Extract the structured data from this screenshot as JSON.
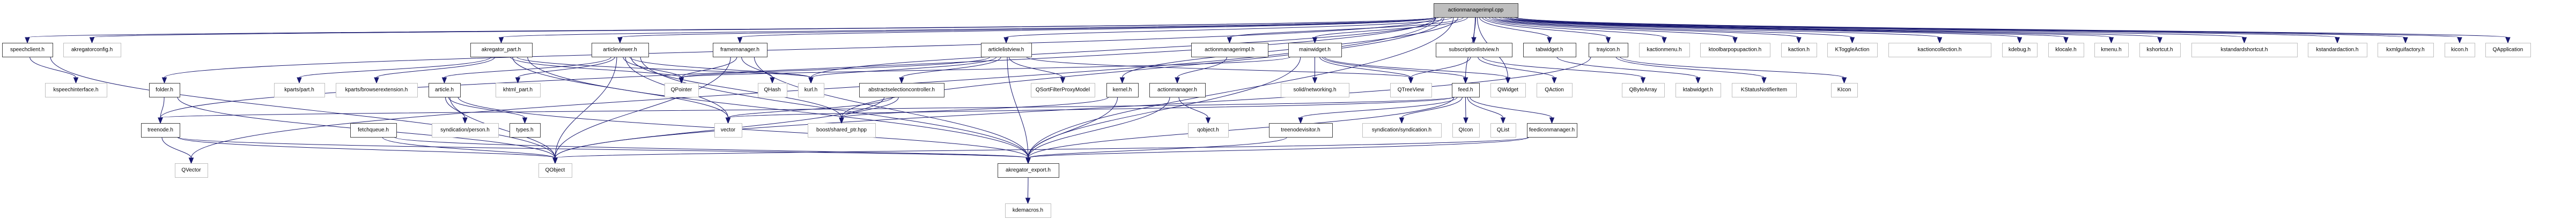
{
  "title": "actionmanagerimpl.cpp",
  "colors": {
    "edge": "#191970",
    "root_fill": "#bfbfbf",
    "doc_border": "#404040",
    "ext_border": "#bfbfbf"
  },
  "nodes": [
    {
      "id": "root",
      "label": "actionmanagerimpl.cpp",
      "kind": "root"
    },
    {
      "id": "speechclient",
      "label": "speechclient.h",
      "kind": "doc"
    },
    {
      "id": "akregatorconfig",
      "label": "akregatorconfig.h",
      "kind": "ext"
    },
    {
      "id": "akregator_part",
      "label": "akregator_part.h",
      "kind": "doc"
    },
    {
      "id": "articleviewer",
      "label": "articleviewer.h",
      "kind": "doc"
    },
    {
      "id": "framemanager",
      "label": "framemanager.h",
      "kind": "doc"
    },
    {
      "id": "articlelistview",
      "label": "articlelistview.h",
      "kind": "doc"
    },
    {
      "id": "actionmanagerimpl_h",
      "label": "actionmanagerimpl.h",
      "kind": "doc"
    },
    {
      "id": "mainwidget",
      "label": "mainwidget.h",
      "kind": "doc"
    },
    {
      "id": "subscriptionlistview",
      "label": "subscriptionlistview.h",
      "kind": "doc"
    },
    {
      "id": "tabwidget",
      "label": "tabwidget.h",
      "kind": "doc"
    },
    {
      "id": "trayicon",
      "label": "trayicon.h",
      "kind": "doc"
    },
    {
      "id": "kactionmenu",
      "label": "kactionmenu.h",
      "kind": "ext"
    },
    {
      "id": "ktoolbarpopupaction",
      "label": "ktoolbarpopupaction.h",
      "kind": "ext"
    },
    {
      "id": "kaction",
      "label": "kaction.h",
      "kind": "ext"
    },
    {
      "id": "KToggleAction",
      "label": "KToggleAction",
      "kind": "ext"
    },
    {
      "id": "kactioncollection",
      "label": "kactioncollection.h",
      "kind": "ext"
    },
    {
      "id": "kdebug",
      "label": "kdebug.h",
      "kind": "ext"
    },
    {
      "id": "klocale",
      "label": "klocale.h",
      "kind": "ext"
    },
    {
      "id": "kmenu",
      "label": "kmenu.h",
      "kind": "ext"
    },
    {
      "id": "kshortcut",
      "label": "kshortcut.h",
      "kind": "ext"
    },
    {
      "id": "kstandardshortcut",
      "label": "kstandardshortcut.h",
      "kind": "ext"
    },
    {
      "id": "kstandardaction",
      "label": "kstandardaction.h",
      "kind": "ext"
    },
    {
      "id": "kxmlguifactory",
      "label": "kxmlguifactory.h",
      "kind": "ext"
    },
    {
      "id": "kicon_h",
      "label": "kicon.h",
      "kind": "ext"
    },
    {
      "id": "QApplication",
      "label": "QApplication",
      "kind": "ext"
    },
    {
      "id": "kspeechinterface",
      "label": "kspeechinterface.h",
      "kind": "ext"
    },
    {
      "id": "folder",
      "label": "folder.h",
      "kind": "doc"
    },
    {
      "id": "kparts_part",
      "label": "kparts/part.h",
      "kind": "ext"
    },
    {
      "id": "kparts_browserextension",
      "label": "kparts/browserextension.h",
      "kind": "ext"
    },
    {
      "id": "article",
      "label": "article.h",
      "kind": "doc"
    },
    {
      "id": "khtml_part",
      "label": "khtml_part.h",
      "kind": "ext"
    },
    {
      "id": "QPointer",
      "label": "QPointer",
      "kind": "ext"
    },
    {
      "id": "QHash",
      "label": "QHash",
      "kind": "ext"
    },
    {
      "id": "kurl",
      "label": "kurl.h",
      "kind": "ext"
    },
    {
      "id": "abstractselectioncontroller",
      "label": "abstractselectioncontroller.h",
      "kind": "doc"
    },
    {
      "id": "QSortFilterProxyModel",
      "label": "QSortFilterProxyModel",
      "kind": "ext"
    },
    {
      "id": "kernel",
      "label": "kernel.h",
      "kind": "doc"
    },
    {
      "id": "actionmanager",
      "label": "actionmanager.h",
      "kind": "doc"
    },
    {
      "id": "solid_networking",
      "label": "solid/networking.h",
      "kind": "ext"
    },
    {
      "id": "QTreeView",
      "label": "QTreeView",
      "kind": "ext"
    },
    {
      "id": "feed",
      "label": "feed.h",
      "kind": "doc"
    },
    {
      "id": "QWidget",
      "label": "QWidget",
      "kind": "ext"
    },
    {
      "id": "QAction",
      "label": "QAction",
      "kind": "ext"
    },
    {
      "id": "QByteArray",
      "label": "QByteArray",
      "kind": "ext"
    },
    {
      "id": "ktabwidget",
      "label": "ktabwidget.h",
      "kind": "ext"
    },
    {
      "id": "KStatusNotifierItem",
      "label": "KStatusNotifierItem",
      "kind": "ext"
    },
    {
      "id": "KIcon",
      "label": "KIcon",
      "kind": "ext"
    },
    {
      "id": "treenode",
      "label": "treenode.h",
      "kind": "doc"
    },
    {
      "id": "fetchqueue",
      "label": "fetchqueue.h",
      "kind": "doc"
    },
    {
      "id": "syndication_person",
      "label": "syndication/person.h",
      "kind": "ext"
    },
    {
      "id": "types",
      "label": "types.h",
      "kind": "doc"
    },
    {
      "id": "vector",
      "label": "vector",
      "kind": "ext"
    },
    {
      "id": "boost_shared_ptr",
      "label": "boost/shared_ptr.hpp",
      "kind": "ext"
    },
    {
      "id": "qobject_h",
      "label": "qobject.h",
      "kind": "ext"
    },
    {
      "id": "treenodevisitor",
      "label": "treenodevisitor.h",
      "kind": "doc"
    },
    {
      "id": "syndication_syndication",
      "label": "syndication/syndication.h",
      "kind": "ext"
    },
    {
      "id": "QIcon",
      "label": "QIcon",
      "kind": "ext"
    },
    {
      "id": "QList",
      "label": "QList",
      "kind": "ext"
    },
    {
      "id": "feediconmanager",
      "label": "feediconmanager.h",
      "kind": "doc"
    },
    {
      "id": "QVector",
      "label": "QVector",
      "kind": "ext"
    },
    {
      "id": "QObject",
      "label": "QObject",
      "kind": "ext"
    },
    {
      "id": "akregator_export",
      "label": "akregator_export.h",
      "kind": "doc"
    },
    {
      "id": "kdemacros",
      "label": "kdemacros.h",
      "kind": "ext"
    }
  ],
  "edges": [
    [
      "root",
      "speechclient"
    ],
    [
      "root",
      "akregatorconfig"
    ],
    [
      "root",
      "akregator_part"
    ],
    [
      "root",
      "articleviewer"
    ],
    [
      "root",
      "framemanager"
    ],
    [
      "root",
      "articlelistview"
    ],
    [
      "root",
      "actionmanagerimpl_h"
    ],
    [
      "root",
      "mainwidget"
    ],
    [
      "root",
      "subscriptionlistview"
    ],
    [
      "root",
      "tabwidget"
    ],
    [
      "root",
      "trayicon"
    ],
    [
      "root",
      "kactionmenu"
    ],
    [
      "root",
      "ktoolbarpopupaction"
    ],
    [
      "root",
      "kaction"
    ],
    [
      "root",
      "KToggleAction"
    ],
    [
      "root",
      "kactioncollection"
    ],
    [
      "root",
      "kdebug"
    ],
    [
      "root",
      "klocale"
    ],
    [
      "root",
      "kmenu"
    ],
    [
      "root",
      "kshortcut"
    ],
    [
      "root",
      "kstandardshortcut"
    ],
    [
      "root",
      "kstandardaction"
    ],
    [
      "root",
      "kxmlguifactory"
    ],
    [
      "root",
      "kicon_h"
    ],
    [
      "root",
      "QApplication"
    ],
    [
      "root",
      "folder"
    ],
    [
      "root",
      "treenode"
    ],
    [
      "root",
      "kernel"
    ],
    [
      "root",
      "feed"
    ],
    [
      "root",
      "QWidget"
    ],
    [
      "root",
      "boost_shared_ptr"
    ],
    [
      "root",
      "kurl"
    ],
    [
      "root",
      "QVector"
    ],
    [
      "root",
      "akregator_export"
    ],
    [
      "speechclient",
      "kspeechinterface"
    ],
    [
      "speechclient",
      "QObject"
    ],
    [
      "akregator_part",
      "kparts_part"
    ],
    [
      "akregator_part",
      "kparts_browserextension"
    ],
    [
      "akregator_part",
      "kurl"
    ],
    [
      "akregator_part",
      "QPointer"
    ],
    [
      "akregator_part",
      "vector"
    ],
    [
      "akregator_part",
      "akregator_export"
    ],
    [
      "articleviewer",
      "article"
    ],
    [
      "articleviewer",
      "khtml_part"
    ],
    [
      "articleviewer",
      "QPointer"
    ],
    [
      "articleviewer",
      "kurl"
    ],
    [
      "articleviewer",
      "vector"
    ],
    [
      "articleviewer",
      "boost_shared_ptr"
    ],
    [
      "articleviewer",
      "akregator_export"
    ],
    [
      "articleviewer",
      "QObject"
    ],
    [
      "framemanager",
      "QPointer"
    ],
    [
      "framemanager",
      "QHash"
    ],
    [
      "framemanager",
      "QObject"
    ],
    [
      "framemanager",
      "akregator_export"
    ],
    [
      "articlelistview",
      "abstractselectioncontroller"
    ],
    [
      "articlelistview",
      "QSortFilterProxyModel"
    ],
    [
      "articlelistview",
      "akregator_export"
    ],
    [
      "articlelistview",
      "QPointer"
    ],
    [
      "articlelistview",
      "kurl"
    ],
    [
      "articlelistview",
      "QTreeView"
    ],
    [
      "abstractselectioncontroller",
      "vector"
    ],
    [
      "abstractselectioncontroller",
      "boost_shared_ptr"
    ],
    [
      "abstractselectioncontroller",
      "QObject"
    ],
    [
      "actionmanagerimpl_h",
      "actionmanager"
    ],
    [
      "actionmanager",
      "qobject_h"
    ],
    [
      "actionmanager",
      "akregator_export"
    ],
    [
      "kernel",
      "akregator_export"
    ],
    [
      "kernel",
      "boost_shared_ptr"
    ],
    [
      "mainwidget",
      "solid_networking"
    ],
    [
      "mainwidget",
      "QTreeView"
    ],
    [
      "mainwidget",
      "feed"
    ],
    [
      "mainwidget",
      "QWidget"
    ],
    [
      "mainwidget",
      "QPointer"
    ],
    [
      "mainwidget",
      "akregator_export"
    ],
    [
      "subscriptionlistview",
      "QTreeView"
    ],
    [
      "subscriptionlistview",
      "QAction"
    ],
    [
      "subscriptionlistview",
      "QByteArray"
    ],
    [
      "tabwidget",
      "ktabwidget"
    ],
    [
      "trayicon",
      "KStatusNotifierItem"
    ],
    [
      "trayicon",
      "KIcon"
    ],
    [
      "trayicon",
      "QObject"
    ],
    [
      "feed",
      "treenodevisitor"
    ],
    [
      "feed",
      "syndication_syndication"
    ],
    [
      "feed",
      "QIcon"
    ],
    [
      "feed",
      "QList"
    ],
    [
      "feed",
      "feediconmanager"
    ],
    [
      "feed",
      "treenode"
    ],
    [
      "feed",
      "akregator_export"
    ],
    [
      "feed",
      "vector"
    ],
    [
      "feediconmanager",
      "akregator_export"
    ],
    [
      "feediconmanager",
      "QObject"
    ],
    [
      "treenodevisitor",
      "akregator_export"
    ],
    [
      "folder",
      "treenode"
    ],
    [
      "folder",
      "QObject"
    ],
    [
      "treenode",
      "QVector"
    ],
    [
      "treenode",
      "QObject"
    ],
    [
      "treenode",
      "akregator_export"
    ],
    [
      "fetchqueue",
      "QObject"
    ],
    [
      "fetchqueue",
      "akregator_export"
    ],
    [
      "article",
      "syndication_person"
    ],
    [
      "article",
      "types"
    ],
    [
      "article",
      "akregator_export"
    ],
    [
      "article",
      "QObject"
    ],
    [
      "akregator_export",
      "kdemacros"
    ]
  ]
}
